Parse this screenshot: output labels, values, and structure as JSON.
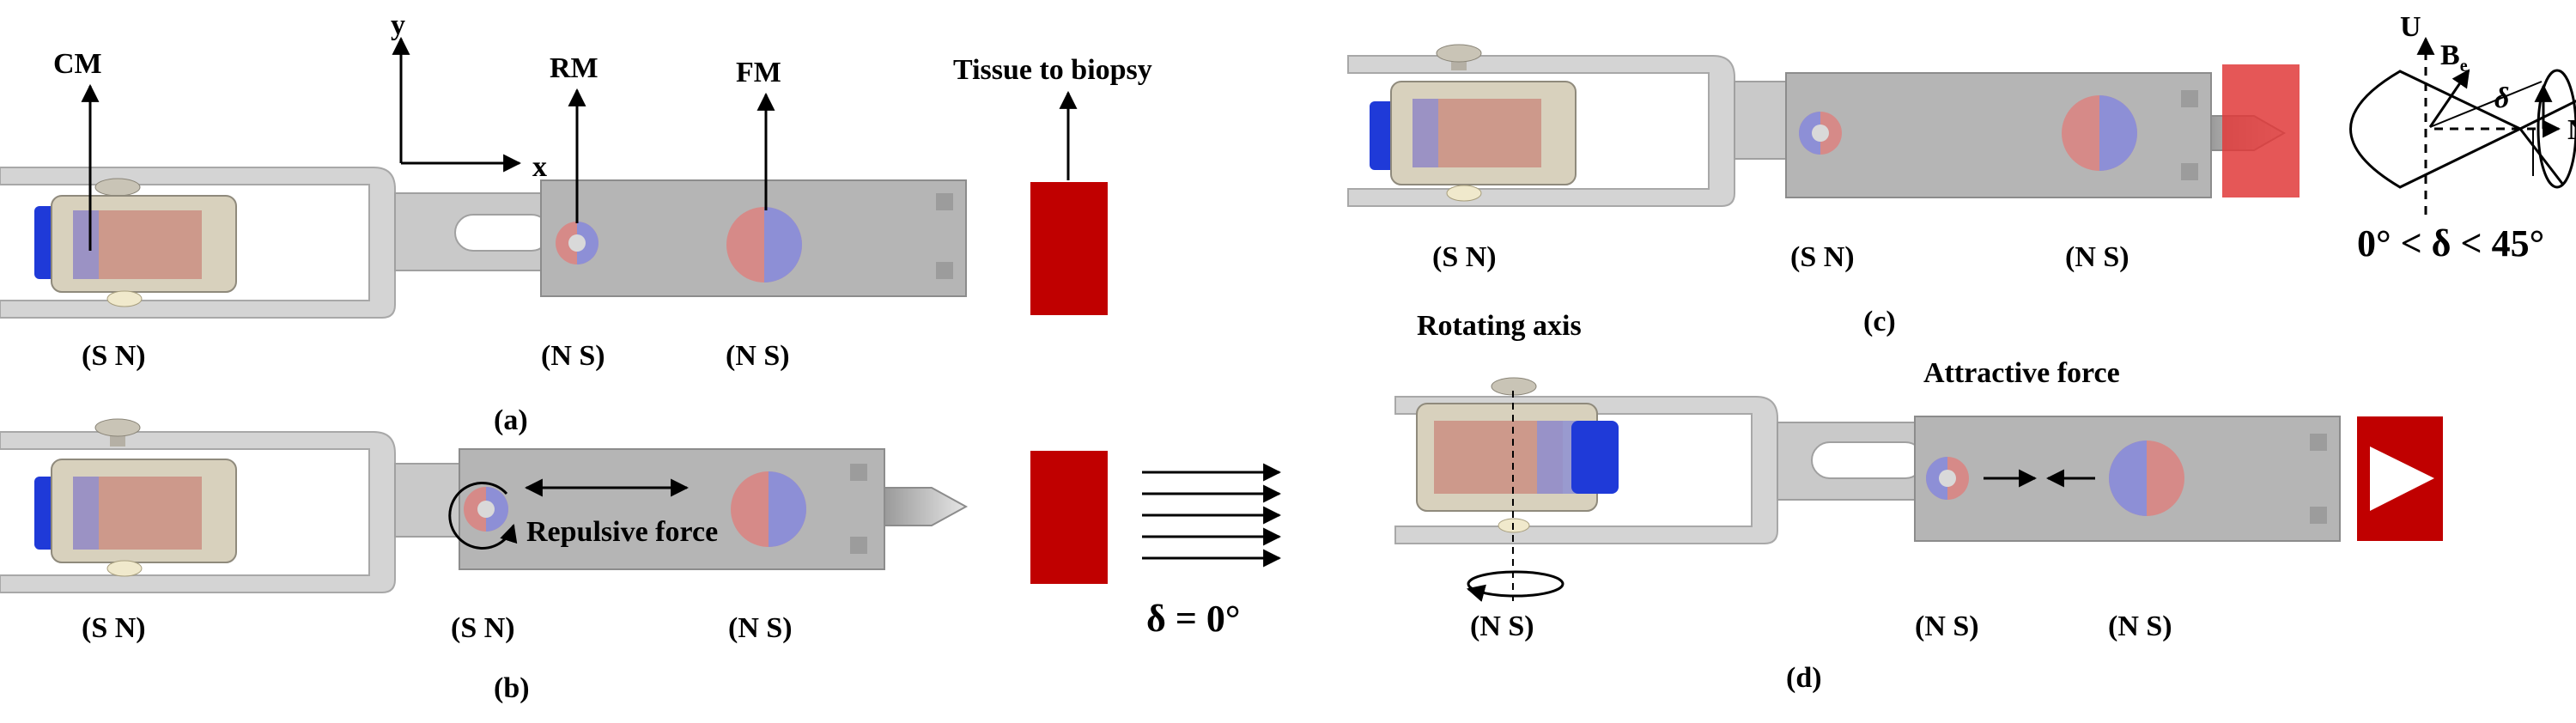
{
  "colors": {
    "frame": "#cfcfcf",
    "frame_edge": "#9a9a9a",
    "body": "#b3b3b3",
    "body_edge": "#8c8c8c",
    "tissue": "#c00000",
    "tissue_light": "#e03a3a",
    "magnet_red": "#d9908a",
    "magnet_blue": "#8d8fd6",
    "cap_blue": "#1f3ad8",
    "holder": "#d3ccb8"
  },
  "panel_a": {
    "caption": "(a)",
    "axis_y": "y",
    "axis_x": "x",
    "label_cm": "CM",
    "label_rm": "RM",
    "label_fm": "FM",
    "label_tissue": "Tissue to biopsy",
    "pole_cm": "(S N)",
    "pole_rm": "(N S)",
    "pole_fm": "(N S)"
  },
  "panel_b": {
    "caption": "(b)",
    "label_force": "Repulsive force",
    "pole_cm": "(S N)",
    "pole_rm": "(S N)",
    "pole_fm": "(N S)",
    "delta": "δ = 0°"
  },
  "panel_c": {
    "caption": "(c)",
    "pole_cm": "(S N)",
    "pole_rm": "(S N)",
    "pole_fm": "(N S)",
    "axis_u": "U",
    "axis_n": "N",
    "field_b": "B",
    "field_sub": "e",
    "angle": "δ",
    "range": "0° < δ < 45°"
  },
  "panel_d": {
    "caption": "(d)",
    "label_rotating": "Rotating axis",
    "label_force": "Attractive force",
    "pole_cm": "(N S)",
    "pole_rm": "(N S)",
    "pole_fm": "(N S)"
  }
}
